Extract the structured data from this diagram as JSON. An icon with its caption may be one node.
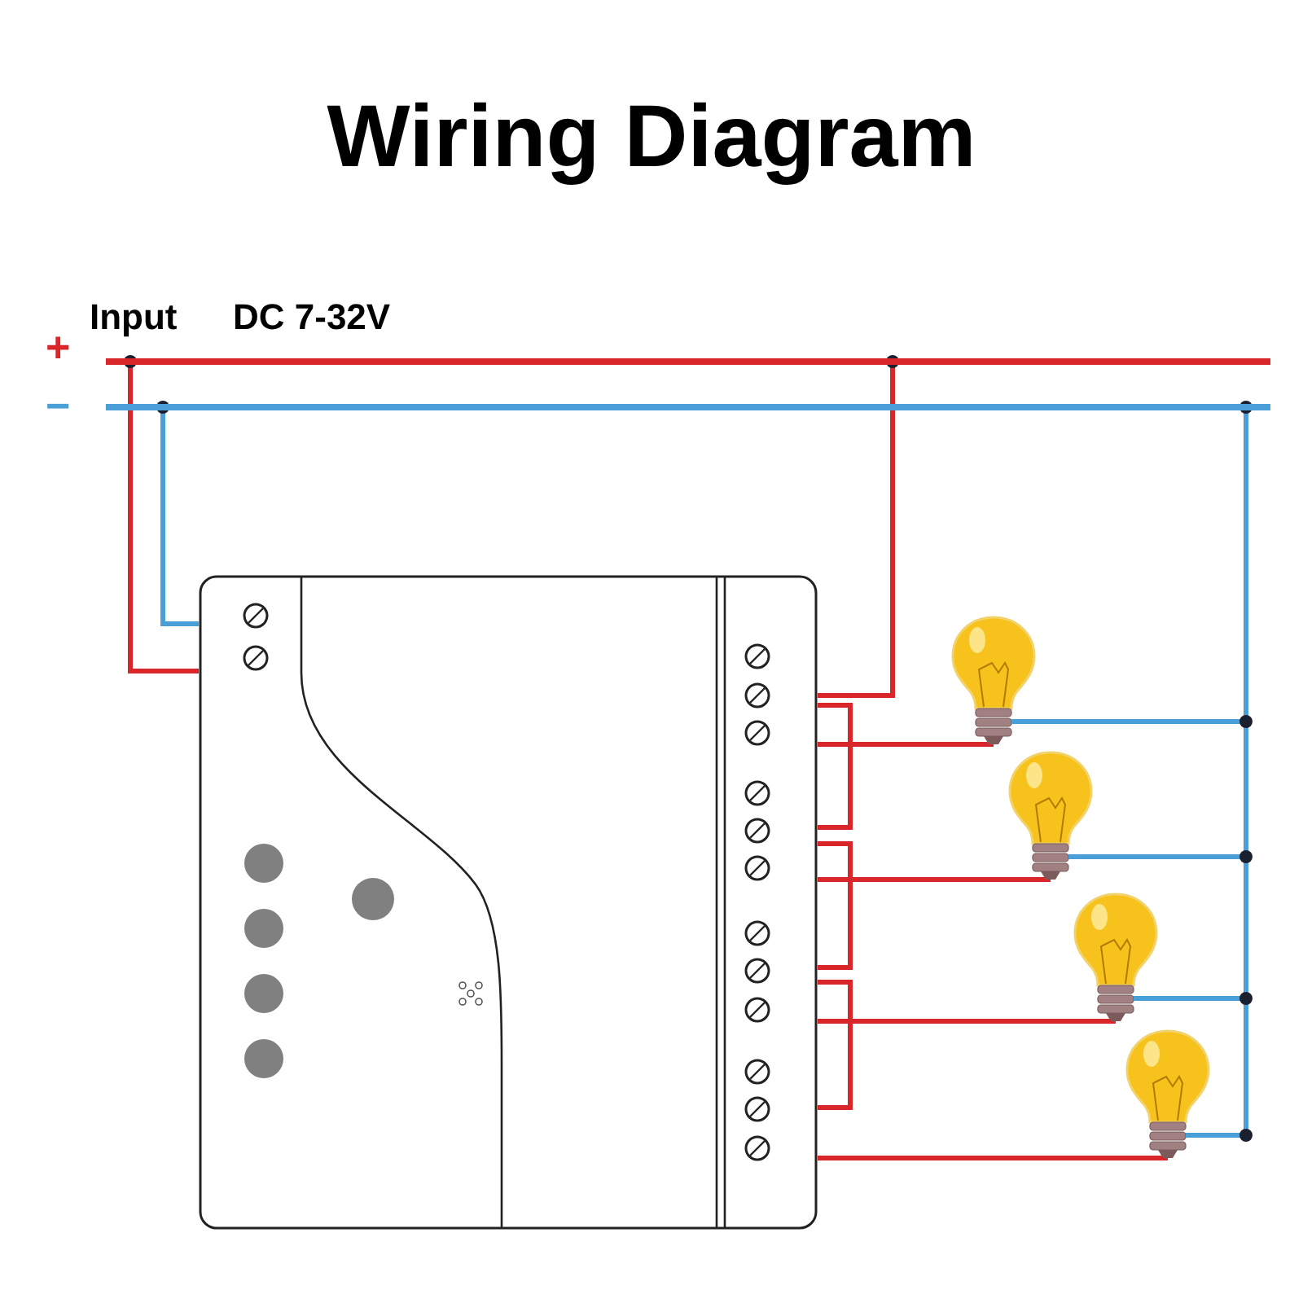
{
  "diagram": {
    "title": "Wiring Diagram",
    "nodes": [
      {
        "text": [],
        "shape": "bar"
      },
      {
        "text": [],
        "shape": "bar"
      },
      {
        "text": [],
        "shape": "picture"
      },
      {
        "text": [],
        "shape": "picture"
      },
      {
        "text": [],
        "shape": "picture"
      },
      {
        "text": [],
        "shape": "picture"
      },
      {
        "text": [],
        "shape": "picture"
      }
    ],
    "edges": [
      {
        "from": 0,
        "to": 2,
        "arrow": "none"
      },
      {
        "from": 1,
        "to": 2,
        "arrow": "none",
        "color": "#4a9fd8"
      },
      {
        "from": 0,
        "to": 2,
        "arrow": "none"
      },
      {
        "from": 2,
        "to": 3,
        "arrow": "none"
      },
      {
        "from": 2,
        "to": 4,
        "arrow": "none"
      },
      {
        "from": 2,
        "to": 5,
        "arrow": "none"
      },
      {
        "from": 2,
        "to": 6,
        "arrow": "none"
      },
      {
        "from": 3,
        "to": 1,
        "arrow": "none",
        "color": "#4a9fd8"
      },
      {
        "from": 4,
        "to": 1,
        "arrow": "none",
        "color": "#4a9fd8"
      },
      {
        "from": 5,
        "to": 1,
        "arrow": "none",
        "color": "#4a9fd8"
      },
      {
        "from": 6,
        "to": 1,
        "arrow": "none",
        "color": "#4a9fd8"
      }
    ],
    "labels": [
      "+",
      "−",
      "Input",
      "DC 7-32V"
    ]
  }
}
